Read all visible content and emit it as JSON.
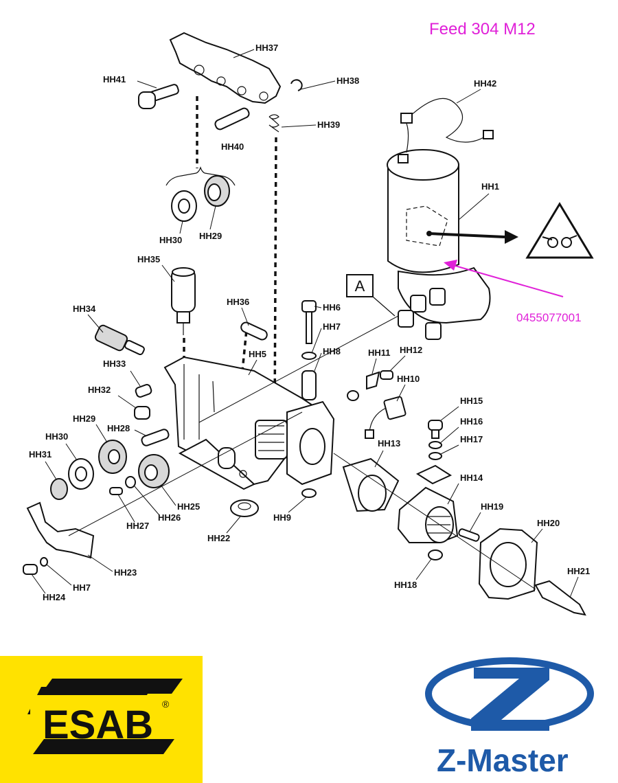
{
  "header": {
    "title": "Feed 304 M12"
  },
  "callout": {
    "part_number": "0455077001",
    "color": "#e020d8"
  },
  "detail_marker": "A",
  "labels": {
    "hh1": "HH1",
    "hh5": "HH5",
    "hh6": "HH6",
    "hh7a": "HH7",
    "hh7b": "HH7",
    "hh8": "HH8",
    "hh9": "HH9",
    "hh10": "HH10",
    "hh11": "HH11",
    "hh12": "HH12",
    "hh13": "HH13",
    "hh14": "HH14",
    "hh15": "HH15",
    "hh16": "HH16",
    "hh17": "HH17",
    "hh18": "HH18",
    "hh19": "HH19",
    "hh20": "HH20",
    "hh21": "HH21",
    "hh22": "HH22",
    "hh23": "HH23",
    "hh24": "HH24",
    "hh25": "HH25",
    "hh26": "HH26",
    "hh27": "HH27",
    "hh28": "HH28",
    "hh29a": "HH29",
    "hh29b": "HH29",
    "hh30a": "HH30",
    "hh30b": "HH30",
    "hh31": "HH31",
    "hh32": "HH32",
    "hh33": "HH33",
    "hh34": "HH34",
    "hh35": "HH35",
    "hh36": "HH36",
    "hh37": "HH37",
    "hh38": "HH38",
    "hh39": "HH39",
    "hh40": "HH40",
    "hh41": "HH41",
    "hh42": "HH42"
  },
  "logos": {
    "esab": {
      "text": "ESAB",
      "registered": "®",
      "background": "#ffe200"
    },
    "zmaster": {
      "text": "Z-Master",
      "color": "#1e5aa8"
    }
  },
  "icons": [
    "warning-entanglement-icon",
    "esab-logo",
    "z-master-logo"
  ]
}
